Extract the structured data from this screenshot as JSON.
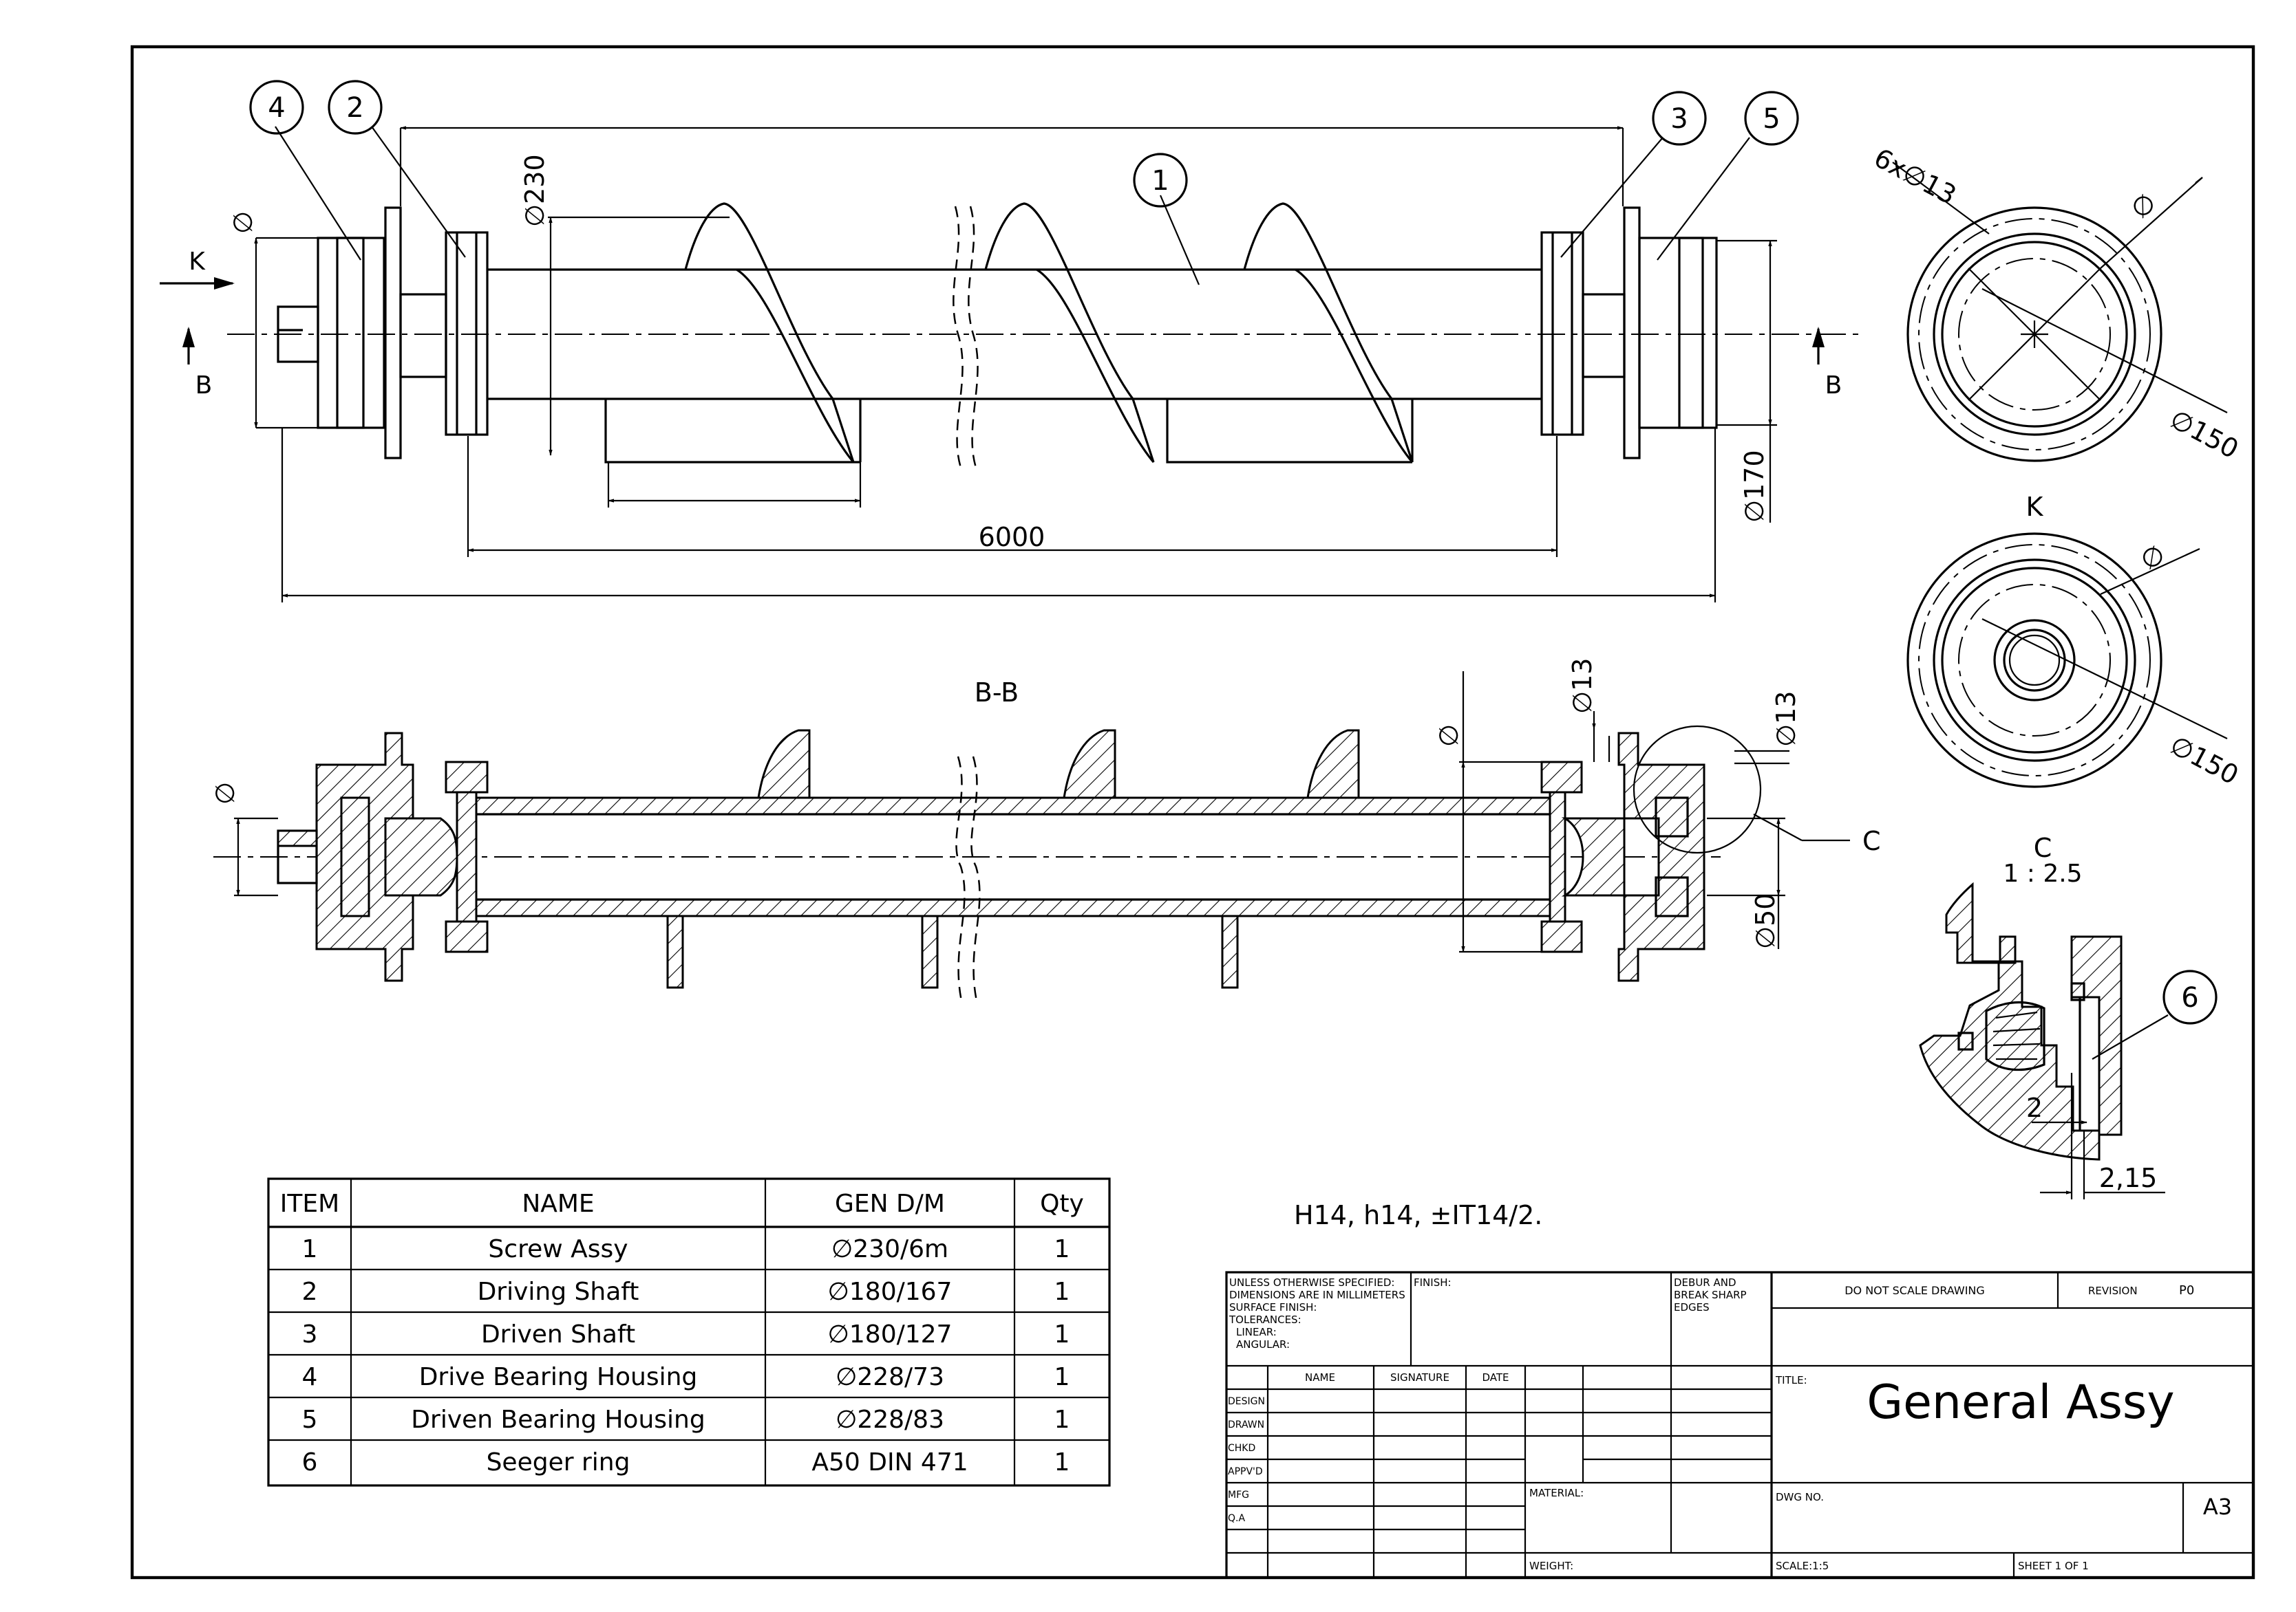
{
  "balloons": {
    "b1": "1",
    "b2": "2",
    "b3": "3",
    "b4": "4",
    "b5": "5",
    "b6": "6"
  },
  "dimensions": {
    "overall_length": "6000",
    "screw_dia": "∅230",
    "left_dia": "∅",
    "right_dia": "∅170",
    "holes": "6x∅13",
    "pcd_top": "∅150",
    "pcd_k": "∅150",
    "c_top_right": "∅",
    "c_k_right": "∅",
    "sec_left_dia": "∅",
    "sec_mid_dia": "∅",
    "sec_bolt1": "∅13",
    "sec_bolt2": "∅13",
    "sec_shaft": "∅50",
    "detail_gap": "2",
    "detail_gap2": "2,15"
  },
  "view_labels": {
    "view_k_arrow": "K",
    "section_b_left": "B",
    "section_b_right": "B",
    "section_title": "B-B",
    "view_k_title": "K",
    "detail_callout": "C",
    "detail_title": "C",
    "detail_scale": "1 : 2.5"
  },
  "tolerance_note": "H14, h14,  ±IT14/2.",
  "bom": {
    "headers": [
      "ITEM",
      "NAME",
      "GEN D/M",
      "Qty"
    ],
    "rows": [
      {
        "item": "1",
        "name": "Screw Assy",
        "gen": "∅230/6m",
        "qty": "1"
      },
      {
        "item": "2",
        "name": "Driving Shaft",
        "gen": "∅180/167",
        "qty": "1"
      },
      {
        "item": "3",
        "name": "Driven Shaft",
        "gen": "∅180/127",
        "qty": "1"
      },
      {
        "item": "4",
        "name": "Drive Bearing Housing",
        "gen": "∅228/73",
        "qty": "1"
      },
      {
        "item": "5",
        "name": "Driven Bearing Housing",
        "gen": "∅228/83",
        "qty": "1"
      },
      {
        "item": "6",
        "name": "Seeger ring",
        "gen": "A50 DIN 471",
        "qty": "1"
      }
    ]
  },
  "title_block": {
    "unless_lines": [
      "UNLESS OTHERWISE SPECIFIED:",
      "DIMENSIONS ARE IN MILLIMETERS",
      "SURFACE FINISH:",
      "TOLERANCES:",
      "   LINEAR:",
      "   ANGULAR:"
    ],
    "finish": "FINISH:",
    "debur": [
      "DEBUR AND",
      "BREAK SHARP",
      "EDGES"
    ],
    "do_not_scale": "DO NOT SCALE DRAWING",
    "revision_label": "REVISION",
    "revision": "P0",
    "col_name": "NAME",
    "col_signature": "SIGNATURE",
    "col_date": "DATE",
    "roles": [
      "DESIGN",
      "DRAWN",
      "CHKD",
      "APPV'D",
      "MFG",
      "Q.A"
    ],
    "title_label": "TITLE:",
    "title": "General Assy",
    "material": "MATERIAL:",
    "dwg_no": "DWG NO.",
    "size": "A3",
    "weight": "WEIGHT:",
    "scale": "SCALE:1:5",
    "sheet": "SHEET 1 OF 1"
  }
}
